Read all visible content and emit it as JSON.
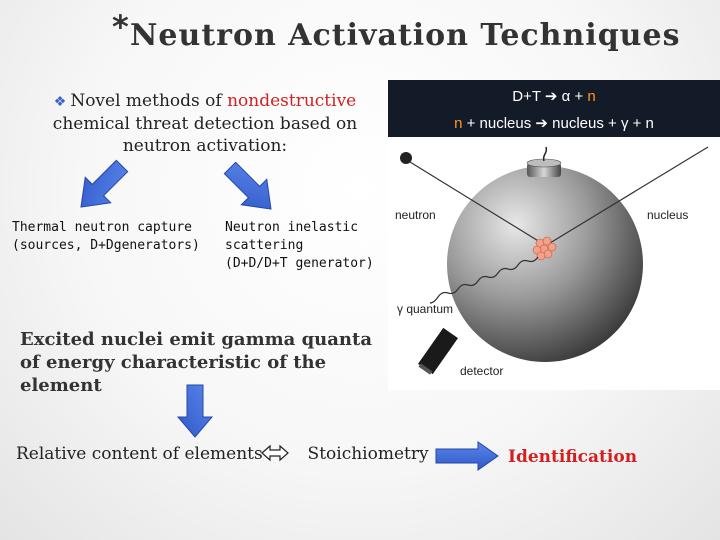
{
  "title": {
    "star": "*",
    "text": "Neutron Activation Techniques"
  },
  "intro": {
    "bullet_icon": "❖",
    "prefix": "Novel methods of ",
    "highlight": "nondestructive",
    "rest": "chemical threat detection based on neutron activation:"
  },
  "methods": [
    {
      "line1": "Thermal neutron capture",
      "line2": "(sources, D+Dgenerators)"
    },
    {
      "line1": "Neutron inelastic",
      "line2": "scattering",
      "line3": "(D+D/D+T generator)"
    }
  ],
  "excited": "Excited nuclei emit gamma quanta of energy characteristic of the element",
  "relative": {
    "left": "Relative content of elements",
    "right": "Stoichiometry"
  },
  "identification": "Identification",
  "reactions": {
    "line1": {
      "reactants": "D+T",
      "products_a": "α + ",
      "products_n": "n"
    },
    "line2": {
      "reactants_n": "n",
      "reactants_rest": " + nucleus ",
      "products": "nucleus + γ + n"
    }
  },
  "diagram_labels": {
    "neutron": "neutron",
    "nucleus": "nucleus",
    "gamma": "γ quantum",
    "detector": "detector"
  },
  "colors": {
    "arrow_blue": "#3a66d6",
    "accent_red": "#d21f1f",
    "reaction_orange": "#ff9a1f",
    "box_dark": "#141b28"
  },
  "icons": [
    "diamond-bullet-icon",
    "right-arrow-icon",
    "double-arrow-icon",
    "down-arrow-icon"
  ]
}
